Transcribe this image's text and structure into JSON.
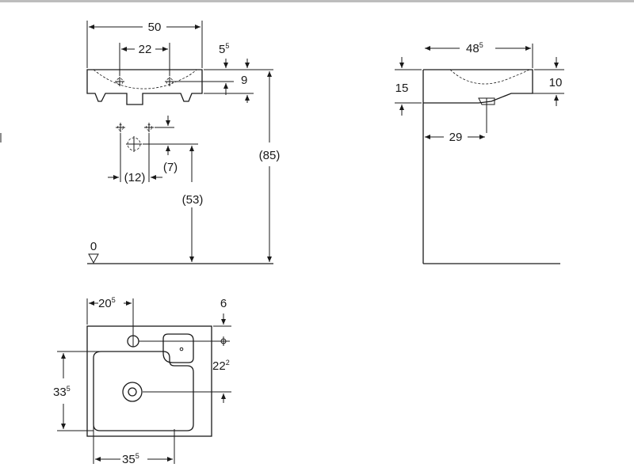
{
  "front_view": {
    "width": "50",
    "tap_spacing": "22",
    "offset_main": "5",
    "offset_sup": "5",
    "rim_height": "9",
    "total_height": "(85)",
    "tap_spacing_wall": "(12)",
    "tap_offset_wall": "(7)",
    "floor_to_taps": "(53)",
    "floor_label": "0"
  },
  "side_view": {
    "depth_main": "48",
    "depth_sup": "5",
    "height_left": "15",
    "height_right": "10",
    "drain_offset": "29"
  },
  "top_view": {
    "tap_offset_main": "20",
    "tap_offset_sup": "5",
    "tap_from_back": "6",
    "drain_from_tap_main": "22",
    "drain_from_tap_sup": "2",
    "bowl_depth_main": "33",
    "bowl_depth_sup": "5",
    "bowl_width_main": "35",
    "bowl_width_sup": "5"
  }
}
